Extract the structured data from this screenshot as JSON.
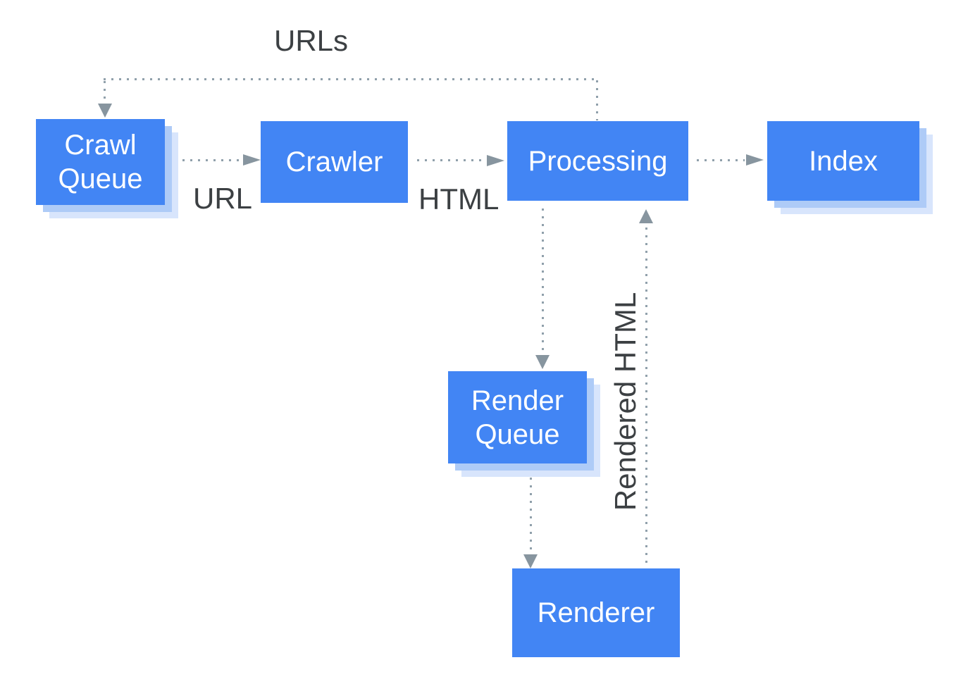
{
  "diagram": {
    "nodes": {
      "crawl_queue": {
        "label": "Crawl Queue",
        "stacked_shadow": true
      },
      "crawler": {
        "label": "Crawler",
        "stacked_shadow": false
      },
      "processing": {
        "label": "Processing",
        "stacked_shadow": false
      },
      "index": {
        "label": "Index",
        "stacked_shadow": true
      },
      "render_queue": {
        "label": "Render Queue",
        "stacked_shadow": true
      },
      "renderer": {
        "label": "Renderer",
        "stacked_shadow": false
      }
    },
    "edges": [
      {
        "from": "Processing",
        "to": "Crawl Queue",
        "label": "URLs",
        "style": "dotted"
      },
      {
        "from": "Crawl Queue",
        "to": "Crawler",
        "label": "URL",
        "style": "dotted"
      },
      {
        "from": "Crawler",
        "to": "Processing",
        "label": "HTML",
        "style": "dotted"
      },
      {
        "from": "Processing",
        "to": "Index",
        "label": "",
        "style": "dotted"
      },
      {
        "from": "Processing",
        "to": "Render Queue",
        "label": "",
        "style": "dotted"
      },
      {
        "from": "Render Queue",
        "to": "Renderer",
        "label": "",
        "style": "dotted"
      },
      {
        "from": "Renderer",
        "to": "Processing",
        "label": "Rendered HTML",
        "style": "dotted"
      }
    ],
    "colors": {
      "node_fill": "#4285f4",
      "node_text": "#ffffff",
      "shadow_inner": "#aecbf7",
      "shadow_outer": "#d8e5fc",
      "line": "#90a0ab",
      "arrowhead": "#87959f",
      "label_text": "#3c4043",
      "background": "#ffffff"
    }
  }
}
